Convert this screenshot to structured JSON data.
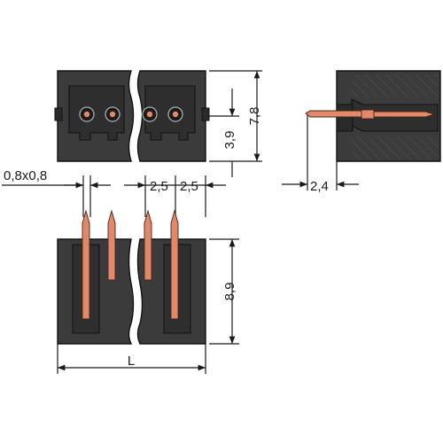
{
  "dimensions": {
    "height_total": "7,8",
    "height_half": "3,9",
    "pin_offset": "2,4",
    "pin_section": "0,8x0,8",
    "pitch_a": "2,5",
    "pitch_b": "2,5",
    "pin_length": "8,9",
    "length": "L"
  },
  "colors": {
    "housing": "#3b3b3b",
    "pin": "#e08a6b"
  }
}
